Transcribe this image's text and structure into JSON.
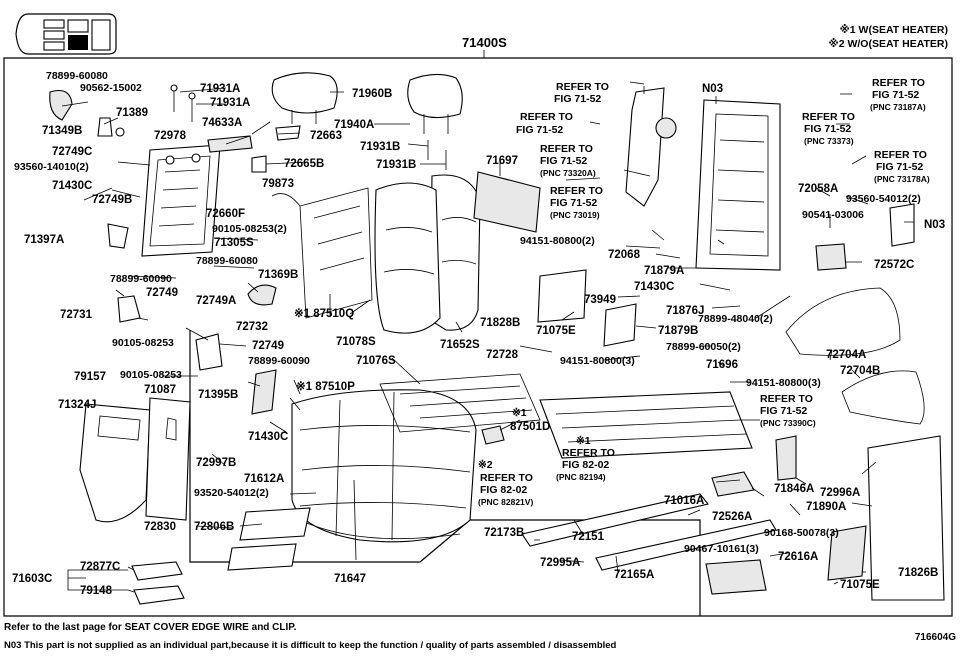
{
  "header": {
    "assembly_code": "71400S",
    "legend": [
      "※1 W(SEAT HEATER)",
      "※2 W/O(SEAT HEATER)"
    ]
  },
  "callouts": [
    {
      "id": "c1",
      "text": "78899-60080"
    },
    {
      "id": "c2",
      "text": "90562-15002"
    },
    {
      "id": "c3",
      "text": "71389"
    },
    {
      "id": "c4",
      "text": "71349B"
    },
    {
      "id": "c5",
      "text": "71931A"
    },
    {
      "id": "c6",
      "text": "71931A"
    },
    {
      "id": "c7",
      "text": "74633A"
    },
    {
      "id": "c8",
      "text": "72978"
    },
    {
      "id": "c9",
      "text": "72663"
    },
    {
      "id": "c10",
      "text": "72749C"
    },
    {
      "id": "c11",
      "text": "93560-14010(2)"
    },
    {
      "id": "c12",
      "text": "72665B"
    },
    {
      "id": "c13",
      "text": "71430C"
    },
    {
      "id": "c14",
      "text": "72749B"
    },
    {
      "id": "c15",
      "text": "79873"
    },
    {
      "id": "c16",
      "text": "72660F"
    },
    {
      "id": "c17",
      "text": "90105-08253(2)"
    },
    {
      "id": "c18",
      "text": "71397A"
    },
    {
      "id": "c19",
      "text": "71305S"
    },
    {
      "id": "c20",
      "text": "78899-60080"
    },
    {
      "id": "c21",
      "text": "71369B"
    },
    {
      "id": "c22",
      "text": "78899-60090"
    },
    {
      "id": "c23",
      "text": "72749"
    },
    {
      "id": "c24",
      "text": "72749A"
    },
    {
      "id": "c25",
      "text": "72731"
    },
    {
      "id": "c26",
      "text": "90105-08253"
    },
    {
      "id": "c27",
      "text": "72732"
    },
    {
      "id": "c28",
      "text": "72749"
    },
    {
      "id": "c29",
      "text": "78899-60090"
    },
    {
      "id": "c30",
      "text": "90105-08253"
    },
    {
      "id": "c31",
      "text": "79157"
    },
    {
      "id": "c32",
      "text": "71324J"
    },
    {
      "id": "c33",
      "text": "71087"
    },
    {
      "id": "c34",
      "text": "71395B"
    },
    {
      "id": "c35",
      "text": "71430C"
    },
    {
      "id": "c36",
      "text": "72997B"
    },
    {
      "id": "c37",
      "text": "93520-54012(2)"
    },
    {
      "id": "c38",
      "text": "72830"
    },
    {
      "id": "c39",
      "text": "72806B"
    },
    {
      "id": "c40",
      "text": "72877C"
    },
    {
      "id": "c41",
      "text": "71603C"
    },
    {
      "id": "c42",
      "text": "79148"
    },
    {
      "id": "c43",
      "text": "71960B"
    },
    {
      "id": "c44",
      "text": "71940A"
    },
    {
      "id": "c45",
      "text": "71931B"
    },
    {
      "id": "c46",
      "text": "71931B"
    },
    {
      "id": "c47",
      "text": "71697"
    },
    {
      "id": "c48",
      "text": "※1 87510Q"
    },
    {
      "id": "c49",
      "text": "71078S"
    },
    {
      "id": "c50",
      "text": "71652S"
    },
    {
      "id": "c51",
      "text": "71076S"
    },
    {
      "id": "c52",
      "text": "※1 87510P"
    },
    {
      "id": "c53",
      "text": "71612A"
    },
    {
      "id": "c54",
      "text": "71647"
    },
    {
      "id": "c55",
      "text": "※1"
    },
    {
      "id": "c56",
      "text": "87501D"
    },
    {
      "id": "c57",
      "text": "※1"
    },
    {
      "id": "c58",
      "text": "REFER TO"
    },
    {
      "id": "c59",
      "text": "FIG 82-02"
    },
    {
      "id": "c60",
      "text": "(PNC 82194)"
    },
    {
      "id": "c61",
      "text": "※2"
    },
    {
      "id": "c62",
      "text": "REFER TO"
    },
    {
      "id": "c63",
      "text": "FIG 82-02"
    },
    {
      "id": "c64",
      "text": "(PNC 82821V)"
    },
    {
      "id": "c65",
      "text": "72173B"
    },
    {
      "id": "c66",
      "text": "72151"
    },
    {
      "id": "c67",
      "text": "72995A"
    },
    {
      "id": "c68",
      "text": "72165A"
    },
    {
      "id": "c69",
      "text": "72728"
    },
    {
      "id": "c70",
      "text": "94151-80800(3)"
    },
    {
      "id": "c71",
      "text": "71828B"
    },
    {
      "id": "c72",
      "text": "71075E"
    },
    {
      "id": "c73",
      "text": "73949"
    },
    {
      "id": "c74",
      "text": "71879B"
    },
    {
      "id": "c75",
      "text": "REFER TO"
    },
    {
      "id": "c76",
      "text": "FIG 71-52"
    },
    {
      "id": "c77",
      "text": "REFER TO"
    },
    {
      "id": "c78",
      "text": "FIG 71-52"
    },
    {
      "id": "c79",
      "text": "REFER TO"
    },
    {
      "id": "c80",
      "text": "FIG 71-52"
    },
    {
      "id": "c81",
      "text": "(PNC 73320A)"
    },
    {
      "id": "c82",
      "text": "REFER TO"
    },
    {
      "id": "c83",
      "text": "FIG 71-52"
    },
    {
      "id": "c84",
      "text": "(PNC 73019)"
    },
    {
      "id": "c85",
      "text": "94151-80800(2)"
    },
    {
      "id": "c86",
      "text": "72068"
    },
    {
      "id": "c87",
      "text": "71879A"
    },
    {
      "id": "c88",
      "text": "71430C"
    },
    {
      "id": "c89",
      "text": "71876J"
    },
    {
      "id": "c90",
      "text": "78899-48040(2)"
    },
    {
      "id": "c91",
      "text": "78899-60050(2)"
    },
    {
      "id": "c92",
      "text": "71696"
    },
    {
      "id": "c93",
      "text": "94151-80800(3)"
    },
    {
      "id": "c94",
      "text": "N03"
    },
    {
      "id": "c95",
      "text": "REFER TO"
    },
    {
      "id": "c96",
      "text": "FIG 71-52"
    },
    {
      "id": "c97",
      "text": "(PNC 73187A)"
    },
    {
      "id": "c98",
      "text": "REFER TO"
    },
    {
      "id": "c99",
      "text": "FIG 71-52"
    },
    {
      "id": "c100",
      "text": "(PNC 73373)"
    },
    {
      "id": "c101",
      "text": "REFER TO"
    },
    {
      "id": "c102",
      "text": "FIG 71-52"
    },
    {
      "id": "c103",
      "text": "(PNC 73178A)"
    },
    {
      "id": "c104",
      "text": "72058A"
    },
    {
      "id": "c105",
      "text": "93560-54012(2)"
    },
    {
      "id": "c106",
      "text": "90541-03006"
    },
    {
      "id": "c107",
      "text": "N03"
    },
    {
      "id": "c108",
      "text": "72572C"
    },
    {
      "id": "c109",
      "text": "72704A"
    },
    {
      "id": "c110",
      "text": "72704B"
    },
    {
      "id": "c111",
      "text": "REFER TO"
    },
    {
      "id": "c112",
      "text": "FIG 71-52"
    },
    {
      "id": "c113",
      "text": "(PNC 73390C)"
    },
    {
      "id": "c114",
      "text": "71016A"
    },
    {
      "id": "c115",
      "text": "71846A"
    },
    {
      "id": "c116",
      "text": "72996A"
    },
    {
      "id": "c117",
      "text": "71890A"
    },
    {
      "id": "c118",
      "text": "72526A"
    },
    {
      "id": "c119",
      "text": "90168-50078(3)"
    },
    {
      "id": "c120",
      "text": "90467-10161(3)"
    },
    {
      "id": "c121",
      "text": "72616A"
    },
    {
      "id": "c122",
      "text": "71075E"
    },
    {
      "id": "c123",
      "text": "71826B"
    }
  ],
  "footer": {
    "note1": "Refer to the last page for SEAT COVER EDGE WIRE and CLIP.",
    "note2": "N03 This part is not supplied as an individual part,because it is difficult to keep the function / quality of parts assembled / disassembled",
    "figure_id": "716604G"
  }
}
